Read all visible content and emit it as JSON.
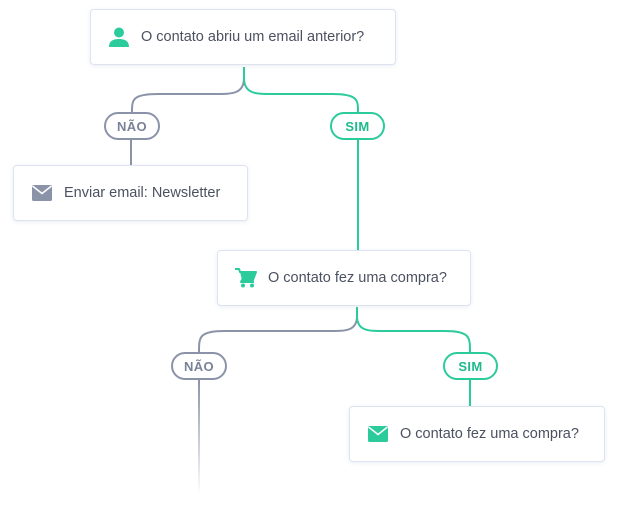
{
  "colors": {
    "yes": "#2ccb9c",
    "no": "#8b93a9",
    "icon_gray": "#8b93a9",
    "icon_green": "#2ccb9c"
  },
  "nodes": {
    "q1": {
      "label": "O contato abriu um email anterior?",
      "icon": "user-icon"
    },
    "a1": {
      "label": "Enviar email: Newsletter",
      "icon": "envelope-icon"
    },
    "q2": {
      "label": "O contato fez uma compra?",
      "icon": "cart-icon"
    },
    "a2": {
      "label": "O contato fez uma compra?",
      "icon": "envelope-icon"
    }
  },
  "branches": {
    "q1_no": "NÃO",
    "q1_yes": "SIM",
    "q2_no": "NÃO",
    "q2_yes": "SIM"
  }
}
